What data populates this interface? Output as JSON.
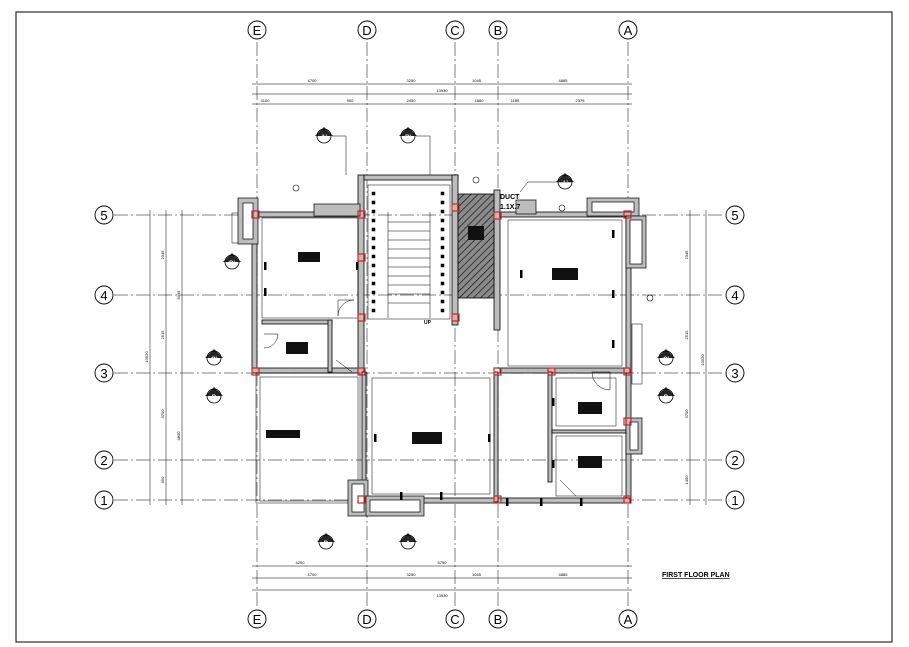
{
  "drawing": {
    "title": "FIRST FLOOR PLAN",
    "duct_label": "DUCT",
    "duct_size": "1.1X.7",
    "stair_label": "UP"
  },
  "grid_columns": [
    "E",
    "D",
    "C",
    "B",
    "A"
  ],
  "grid_rows": [
    "5",
    "4",
    "3",
    "2",
    "1"
  ],
  "section_markers": [
    "A'",
    "B'",
    "A'",
    "B'",
    "C'",
    "C'",
    "B",
    "B",
    "D",
    "A"
  ],
  "dims_top": {
    "row1": [
      "4700",
      "3250",
      "1045",
      "4885"
    ],
    "total": "13930",
    "row3": [
      "3100",
      "900",
      "2450",
      "1880",
      "1185",
      "2375"
    ]
  },
  "dims_bottom": {
    "row1": [
      "4200",
      "5750"
    ],
    "row2": [
      "4700",
      "3250",
      "1045",
      "4885"
    ],
    "total": "13930"
  },
  "dims_left": [
    "2345",
    "5095",
    "2515",
    "10520",
    "3700",
    "4800",
    "950"
  ],
  "dims_right": [
    "2345",
    "2515",
    "10520",
    "3700",
    "1400"
  ],
  "colors": {
    "line": "#000000",
    "column_red": "#d41f1f",
    "wall_fill": "#bdbdbd",
    "background": "#ffffff"
  }
}
